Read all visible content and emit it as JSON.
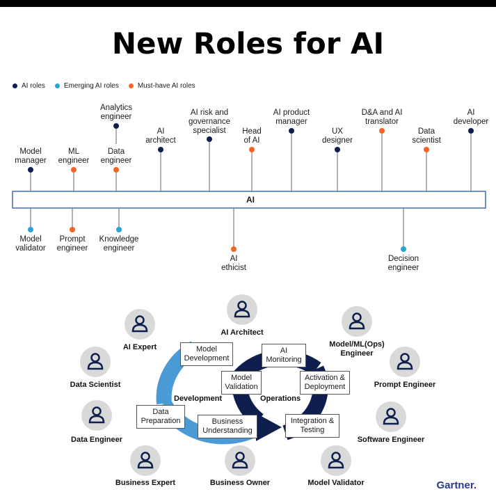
{
  "title": "New Roles for AI",
  "colors": {
    "ai_roles": "#0e1f4d",
    "emerging": "#2aa3d6",
    "must_have": "#f26522",
    "cycle_light": "#4a9ad6",
    "cycle_dark": "#0e1f4d"
  },
  "legend": [
    {
      "label": "AI roles",
      "color": "#0e1f4d"
    },
    {
      "label": "Emerging AI roles",
      "color": "#2aa3d6"
    },
    {
      "label": "Must-have AI roles",
      "color": "#f26522"
    }
  ],
  "axis_label": "AI",
  "timeline_top": [
    {
      "label": "Model\nmanager",
      "type": "ai_roles"
    },
    {
      "label": "ML\nengineer",
      "type": "must_have"
    },
    {
      "label": "Data\nengineer",
      "type": "must_have"
    },
    {
      "label": "Analytics\nengineer",
      "type": "ai_roles"
    },
    {
      "label": "AI\narchitect",
      "type": "ai_roles"
    },
    {
      "label": "AI risk and\ngovernance\nspecialist",
      "type": "ai_roles"
    },
    {
      "label": "Head\nof AI",
      "type": "must_have"
    },
    {
      "label": "AI product\nmanager",
      "type": "ai_roles"
    },
    {
      "label": "UX\ndesigner",
      "type": "ai_roles"
    },
    {
      "label": "D&A and AI\ntranslator",
      "type": "must_have"
    },
    {
      "label": "Data\nscientist",
      "type": "must_have"
    },
    {
      "label": "AI\ndeveloper",
      "type": "ai_roles"
    }
  ],
  "timeline_bottom": [
    {
      "label": "Model\nvalidator",
      "type": "emerging"
    },
    {
      "label": "Prompt\nengineer",
      "type": "must_have"
    },
    {
      "label": "Knowledge\nengineer",
      "type": "emerging"
    },
    {
      "label": "AI\nethicist",
      "type": "must_have"
    },
    {
      "label": "Decision\nengineer",
      "type": "emerging"
    }
  ],
  "roles": [
    "AI Architect",
    "AI Expert",
    "Model/ML(Ops)\nEngineer",
    "Data Scientist",
    "Prompt Engineer",
    "Data Engineer",
    "Software Engineer",
    "Business Expert",
    "Business Owner",
    "Model Validator"
  ],
  "cycle": {
    "development": "Development",
    "operations": "Operations",
    "steps": [
      "Model\nDevelopment",
      "AI\nMonitoring",
      "Model\nValidation",
      "Activation &\nDeployment",
      "Data\nPreparation",
      "Business\nUnderstanding",
      "Integration &\nTesting"
    ]
  },
  "brand": "Gartner."
}
